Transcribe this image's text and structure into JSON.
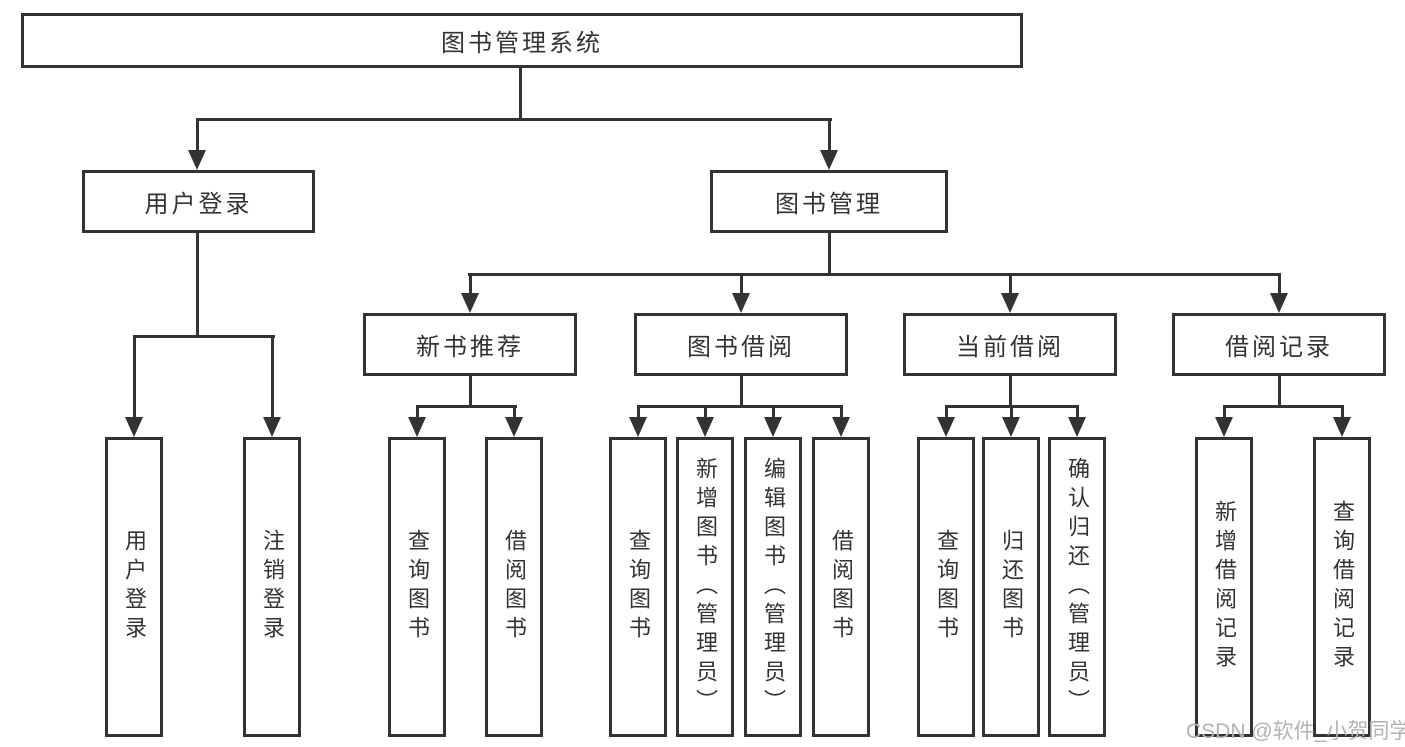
{
  "watermark": "CSDN @软件_小贺同学",
  "colors": {
    "line": "#333333",
    "text": "#333333",
    "canvas": "#ffffff",
    "watermark": "#b3b3b3"
  },
  "tree": {
    "root": "图书管理系统",
    "children": [
      {
        "label": "用户登录",
        "children": [
          "用户登录",
          "注销登录"
        ]
      },
      {
        "label": "图书管理",
        "children": [
          {
            "label": "新书推荐",
            "children": [
              "查询图书",
              "借阅图书"
            ]
          },
          {
            "label": "图书借阅",
            "children": [
              "查询图书",
              "新增图书（管理员）",
              "编辑图书（管理员）",
              "借阅图书"
            ]
          },
          {
            "label": "当前借阅",
            "children": [
              "查询图书",
              "归还图书",
              "确认归还（管理员）"
            ]
          },
          {
            "label": "借阅记录",
            "children": [
              "新增借阅记录",
              "查询借阅记录"
            ]
          }
        ]
      }
    ]
  }
}
